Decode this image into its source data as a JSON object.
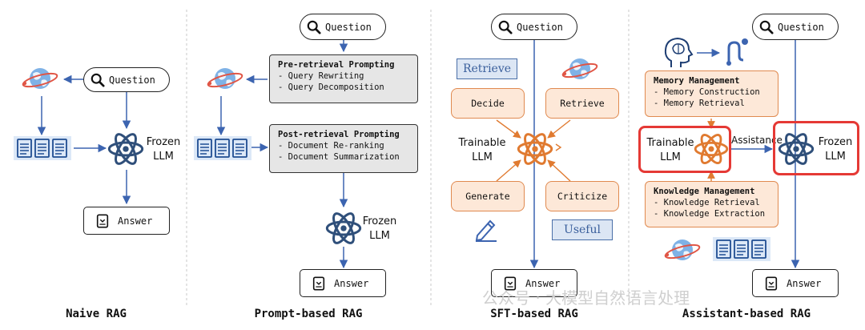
{
  "colors": {
    "arrow_blue": "#3c64b0",
    "arrow_orange": "#e07a30",
    "highlight_red": "#e53935",
    "box_orange_fill": "#fde8d8",
    "box_gray_fill": "#e6e6e6",
    "tag_fill": "#dce6f4"
  },
  "naive": {
    "title": "Naive RAG",
    "question": "Question",
    "llm_line1": "Frozen",
    "llm_line2": "LLM",
    "answer": "Answer"
  },
  "prompt": {
    "title": "Prompt-based RAG",
    "question": "Question",
    "pre_title": "Pre-retrieval Prompting",
    "pre_items": [
      "- Query Rewriting",
      "- Query Decomposition"
    ],
    "post_title": "Post-retrieval Prompting",
    "post_items": [
      "- Document Re-ranking",
      "- Document Summarization"
    ],
    "llm_line1": "Frozen",
    "llm_line2": "LLM",
    "answer": "Answer"
  },
  "sft": {
    "title": "SFT-based RAG",
    "question": "Question",
    "tag_retrieve": "Retrieve",
    "tag_useful": "Useful",
    "decide": "Decide",
    "retrieve": "Retrieve",
    "generate": "Generate",
    "criticize": "Criticize",
    "llm_line1": "Trainable",
    "llm_line2": "LLM",
    "answer": "Answer"
  },
  "assistant": {
    "title": "Assistant-based RAG",
    "question": "Question",
    "mem_title": "Memory Management",
    "mem_items": [
      "- Memory Construction",
      "- Memory Retrieval"
    ],
    "know_title": "Knowledge Management",
    "know_items": [
      "- Knowledge Retrieval",
      "- Knowledge Extraction"
    ],
    "trainable_line1": "Trainable",
    "trainable_line2": "LLM",
    "assistance": "Assistance",
    "frozen_line1": "Frozen",
    "frozen_line2": "LLM",
    "answer": "Answer"
  },
  "watermark": "公众号 · 大模型自然语言处理"
}
